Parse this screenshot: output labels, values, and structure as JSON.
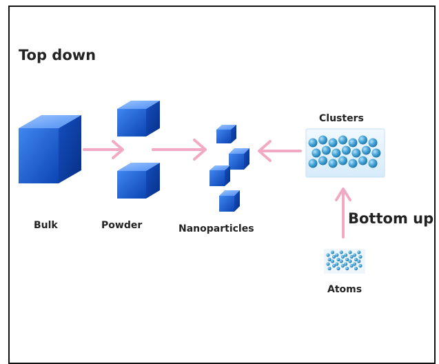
{
  "diagram": {
    "title": "Top down",
    "approach_label": "Bottom up",
    "stages": {
      "bulk": "Bulk",
      "powder": "Powder",
      "nanoparticles": "Nanoparticles",
      "clusters": "Clusters",
      "atoms": "Atoms"
    }
  },
  "colors": {
    "arrow": "#f2a9c4",
    "cube_front": "#1f63d6",
    "cube_top": "#5f9cf5",
    "cube_side": "#0a3fa3",
    "sphere": "#4aa7d8",
    "cluster_bg": "#e3f1fb"
  }
}
